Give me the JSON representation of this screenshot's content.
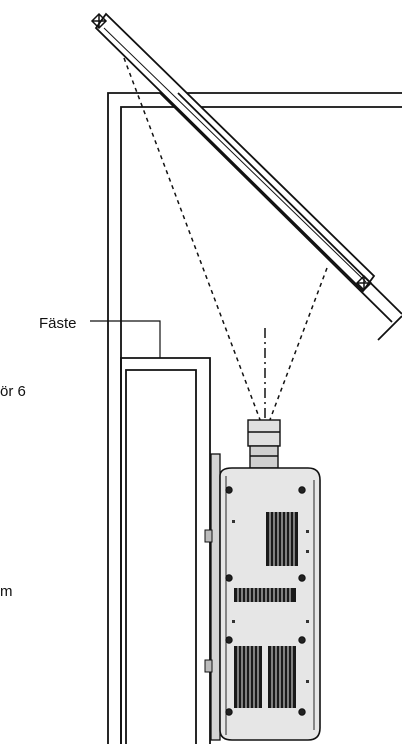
{
  "labels": {
    "bracket": "Fäste",
    "cut_text_1": "ör 6",
    "cut_text_2": "m"
  },
  "colors": {
    "line": "#111111",
    "projector_body": "#e6e6e6",
    "lens": "#cfcfcf",
    "vent": "#1a1a1a"
  }
}
